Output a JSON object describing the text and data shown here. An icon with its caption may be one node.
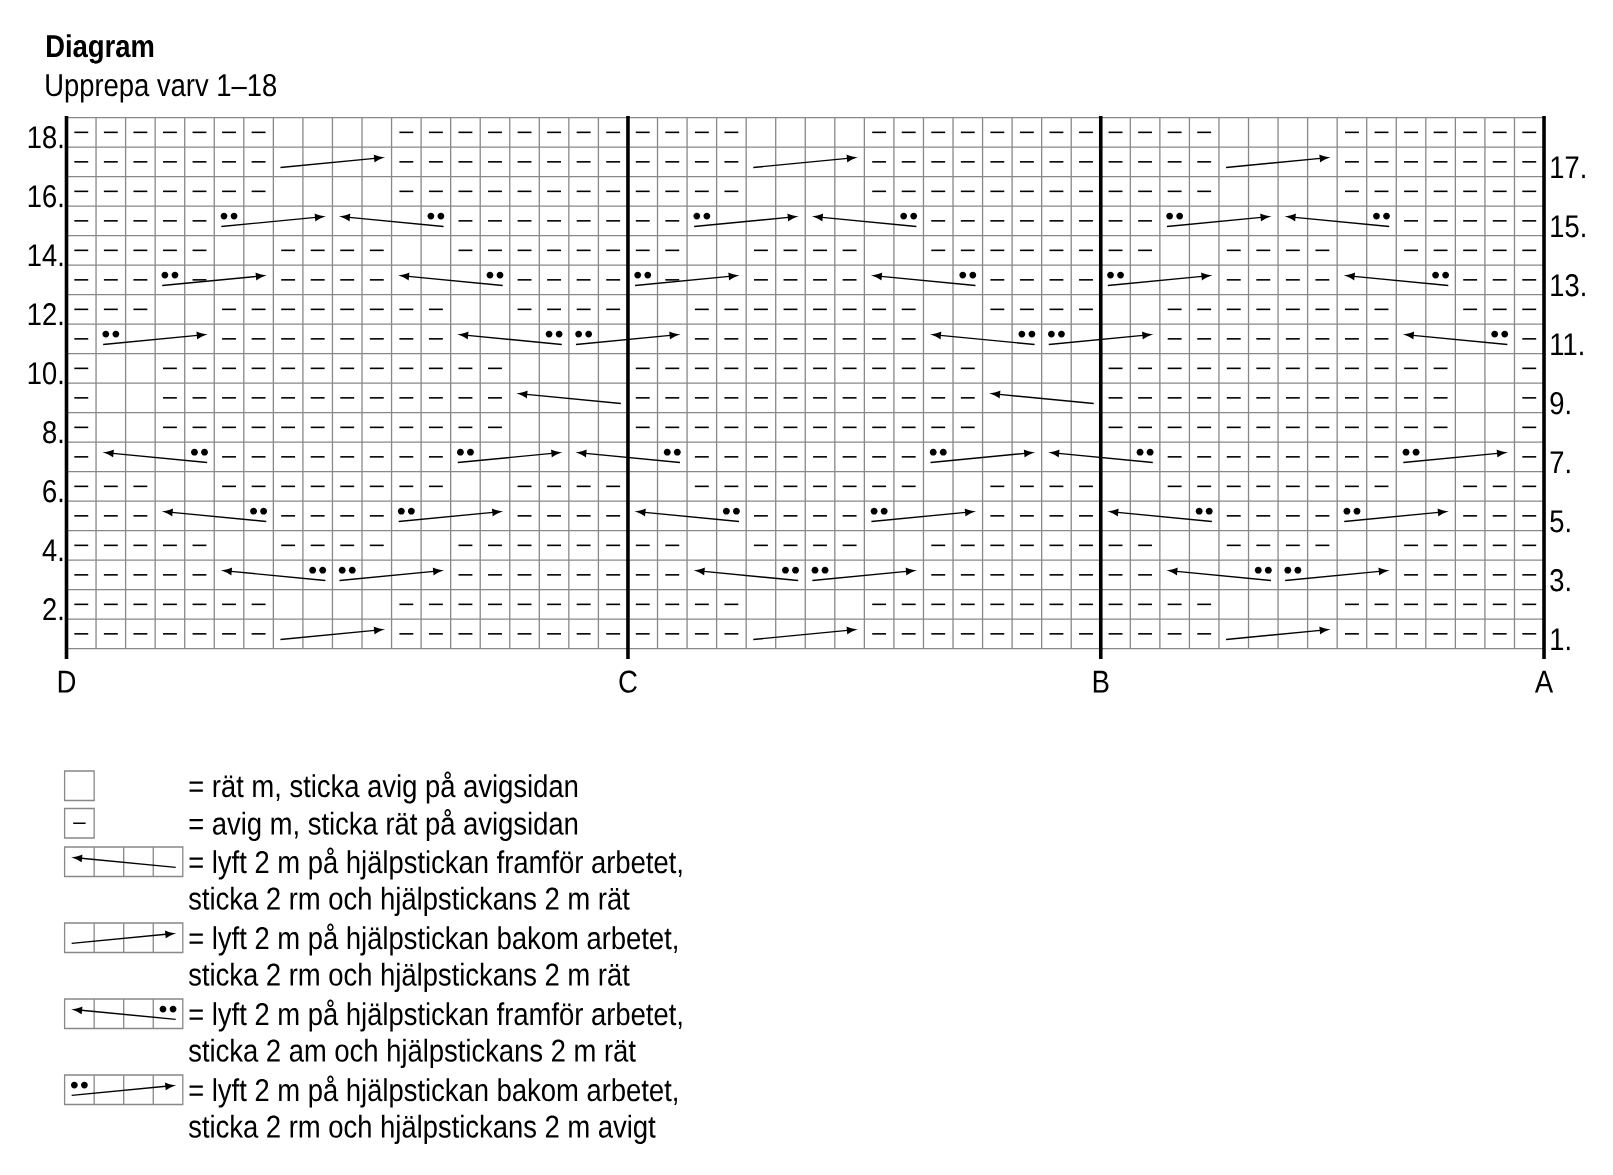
{
  "diagram": {
    "title": "Diagram",
    "labels": [
      "Upprepa varv 1–18",
      "18.",
      "17.",
      "16.",
      "15.",
      "14.",
      "13.",
      "12.",
      "11.",
      "10.",
      "9.",
      "8.",
      "7.",
      "6.",
      "5.",
      "4.",
      "3.",
      "2.",
      "1.",
      "D",
      "C",
      "B",
      "A"
    ],
    "legend": [
      {
        "text": "= rät m, sticka avig på avigsidan"
      },
      {
        "text": "= avig m, sticka rät på avigsidan"
      },
      {
        "text": "= lyft 2 m på hjälpstickan framför arbetet, sticka 2 rm och hjälpstickans 2 m rät"
      },
      {
        "text": "= lyft 2 m på hjälpstickan bakom arbetet, sticka 2 rm och hjälpstickans 2 m rät"
      },
      {
        "text": "= lyft 2 m på hjälpstickan framför arbetet, sticka 2 am och hjälpstickans 2 m rät"
      },
      {
        "text": "= lyft 2 m på hjälpstickan bakom arbetet, sticka 2 rm och hjälpstickans 2 m avigt"
      }
    ]
  }
}
